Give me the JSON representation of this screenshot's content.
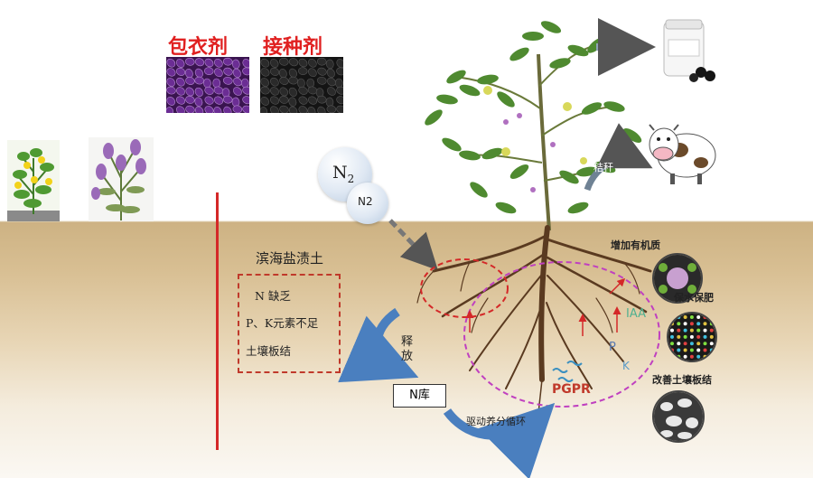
{
  "labels": {
    "coating_agent": "包衣剂",
    "inoculant": "接种剂",
    "saline_soil": "滨海盐渍土",
    "release": "释",
    "release2": "放",
    "n_pool": "N库",
    "nutrient_cycle": "驱动养分循环",
    "pgpr": "PGPR",
    "iaa": "IAA",
    "p": "P",
    "k": "K",
    "straw": "秸秆",
    "organic_matter": "增加有机质",
    "water_fertilizer": "保水保肥",
    "soil_crust_improve": "改善土壤板结",
    "n2_big_base": "N",
    "n2_big_sub": "2",
    "n2_small": "N2"
  },
  "soil_issues": [
    "N 缺乏",
    "P、K元素不足",
    "土壤板结"
  ],
  "colors": {
    "accent_red": "#e02020",
    "divider_red": "#d42828",
    "pgpr_red": "#c0392b",
    "dashed_magenta": "#c040c0",
    "arrow_blue": "#4a7fbf"
  }
}
